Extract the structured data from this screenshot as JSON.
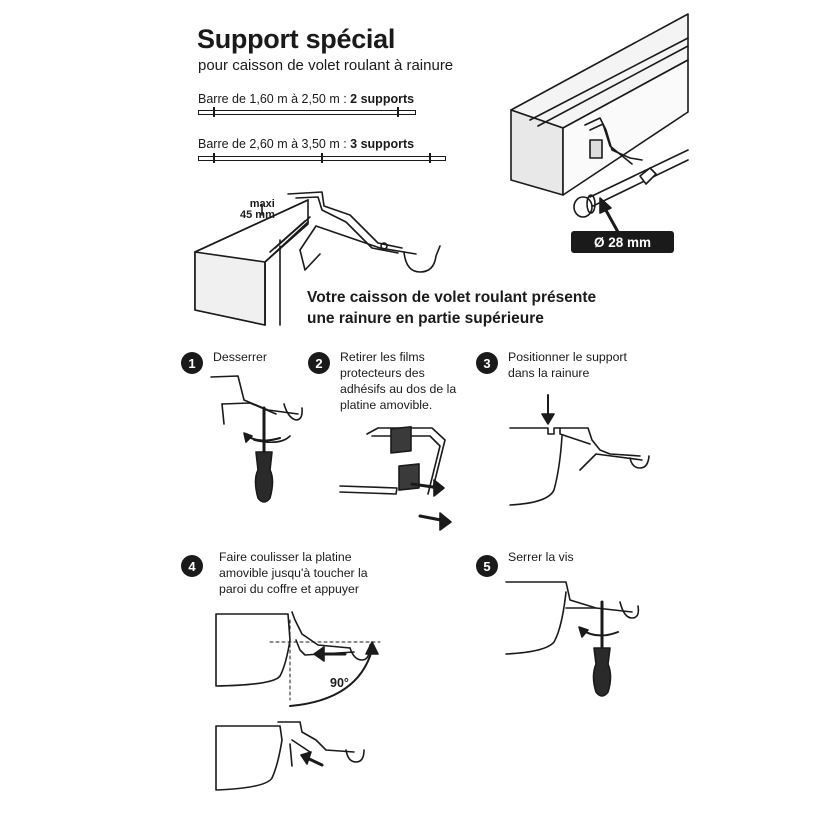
{
  "header": {
    "title": "Support spécial",
    "subtitle": "pour caisson de volet roulant à rainure"
  },
  "bars": [
    {
      "prefix": "Barre de 1,60 m à 2,50 m : ",
      "emphasis": "2 supports"
    },
    {
      "prefix": "Barre de 2,60 m à 3,50 m : ",
      "emphasis": "3 supports"
    }
  ],
  "overview": {
    "maxi_label": "maxi",
    "maxi_value": "45 mm",
    "diameter_label": "Ø 28 mm"
  },
  "heading": {
    "line1": "Votre caisson de volet roulant présente",
    "line2": "une rainure en partie supérieure"
  },
  "steps": [
    {
      "number": "1",
      "lines": [
        "Desserrer"
      ]
    },
    {
      "number": "2",
      "lines": [
        "Retirer les films",
        "protecteurs des",
        "adhésifs au dos de la",
        "platine amovible."
      ]
    },
    {
      "number": "3",
      "lines": [
        "Positionner le support",
        "dans la rainure"
      ]
    },
    {
      "number": "4",
      "lines": [
        "Faire coulisser la platine",
        "amovible jusqu'à toucher la",
        "paroi du coffre et appuyer"
      ]
    },
    {
      "number": "5",
      "lines": [
        "Serrer la vis"
      ]
    }
  ],
  "angle_label": "90°"
}
